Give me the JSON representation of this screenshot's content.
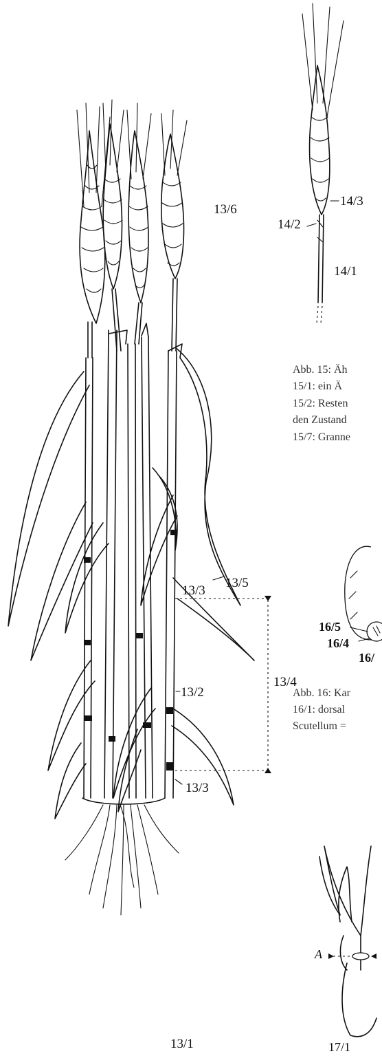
{
  "plant_labels": {
    "ears": "13/6",
    "flag_leaf": "13/5",
    "stem": "13/2",
    "node_upper": "13/3",
    "internode": "13/4",
    "node_lower": "13/3",
    "roots": "13/1"
  },
  "ear_labels": {
    "spikelet": "14/3",
    "rachis_base": "14/2",
    "stalk": "14/1"
  },
  "caption_15": {
    "line1": "Abb. 15: Äh",
    "line2": "15/1: ein Ä",
    "line3": "15/2: Resten",
    "line4": "den Zustand",
    "line5": "15/7: Granne"
  },
  "kernel_labels": {
    "label_a": "16/5",
    "label_b": "16/4",
    "label_c": "16/"
  },
  "caption_16": {
    "line1": "Abb. 16: Kar",
    "line2": "16/1: dorsal",
    "line3": "Scutellum ="
  },
  "floret_labels": {
    "section_marker": "A",
    "figure": "17/1"
  }
}
